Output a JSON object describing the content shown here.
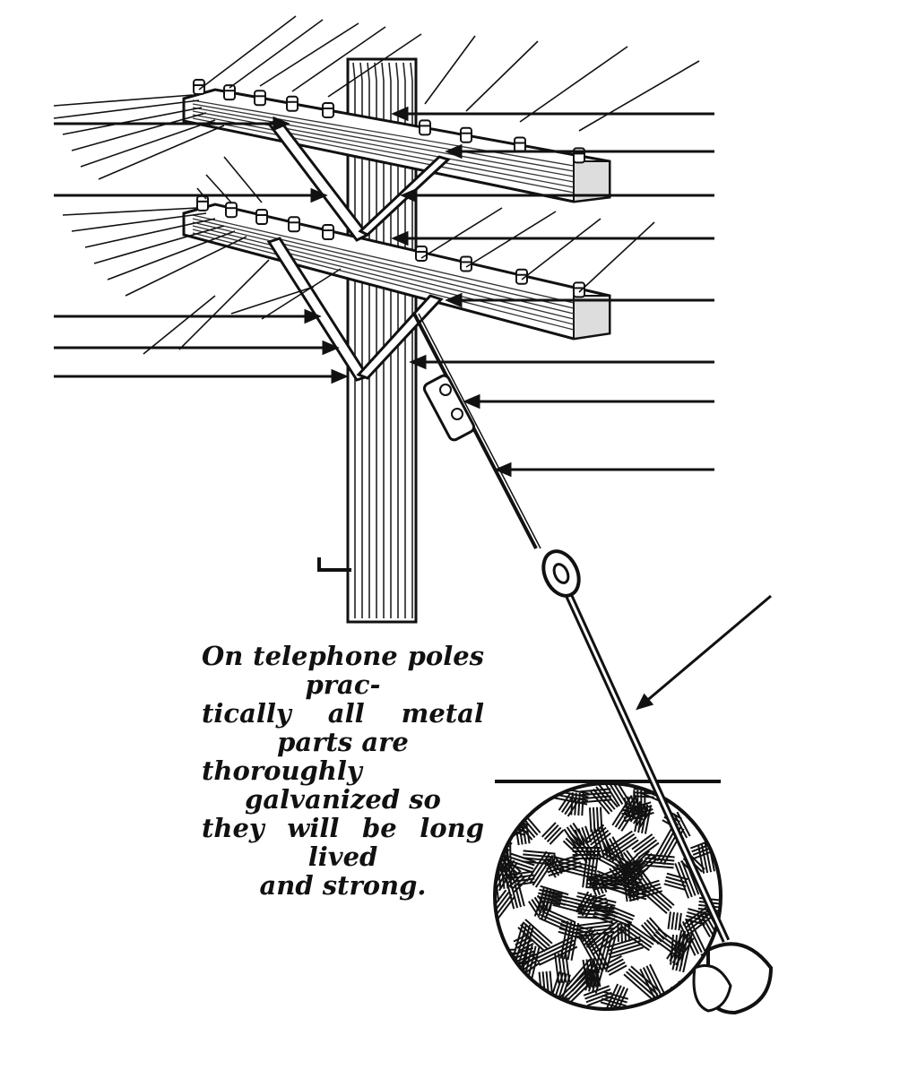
{
  "caption": {
    "lines": [
      "On telephone poles prac-",
      "tically all metal parts are",
      "thoroughly galvanized so",
      "they will be long lived",
      "and strong."
    ]
  },
  "colors": {
    "ink": "#111111",
    "paper": "#ffffff"
  }
}
